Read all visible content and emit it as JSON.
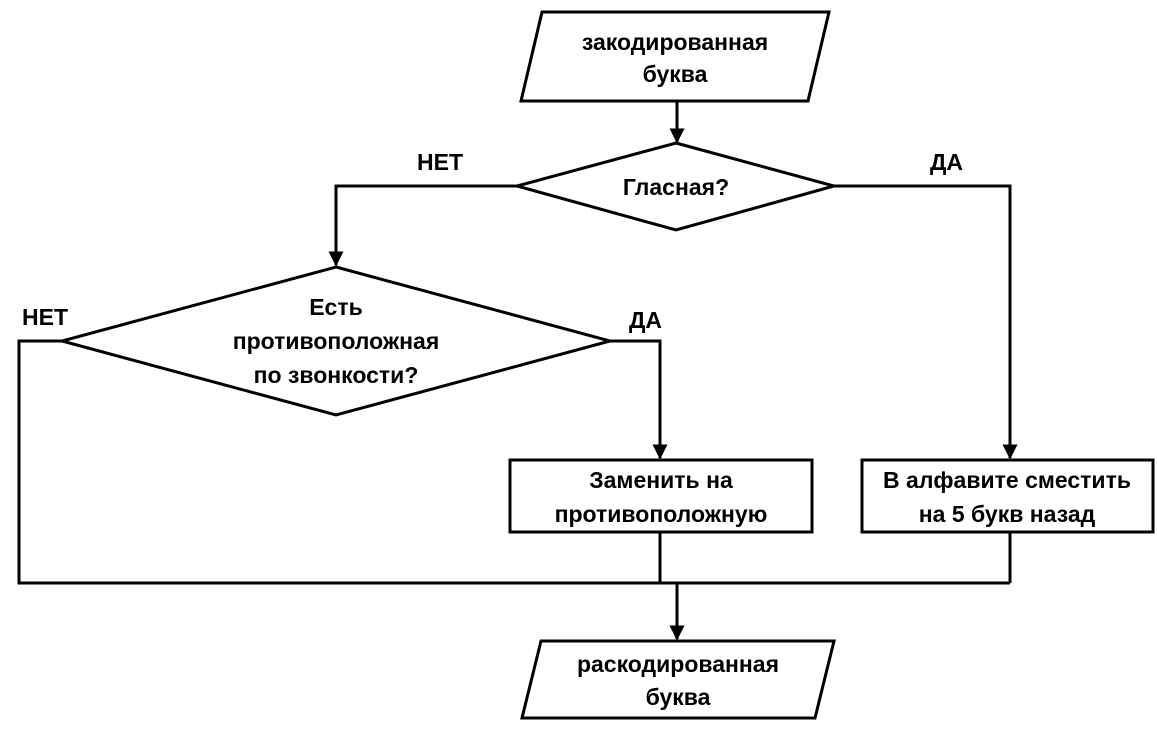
{
  "diagram": {
    "nodes": {
      "input": [
        "закодированная",
        "буква"
      ],
      "vowel_check": [
        "Гласная?"
      ],
      "opposite_check": [
        "Есть",
        "противоположная",
        "по звонкости?"
      ],
      "replace": [
        "Заменить на",
        "противоположную"
      ],
      "shift": [
        "В алфавите сместить",
        "на 5 букв назад"
      ],
      "output": [
        "раскодированная",
        "буква"
      ]
    },
    "edge_labels": {
      "vowel_no": "НЕТ",
      "vowel_yes": "ДА",
      "opposite_no": "НЕТ",
      "opposite_yes": "ДА"
    },
    "colors": {
      "stroke": "#000000",
      "fill": "#ffffff",
      "text": "#000000"
    }
  }
}
